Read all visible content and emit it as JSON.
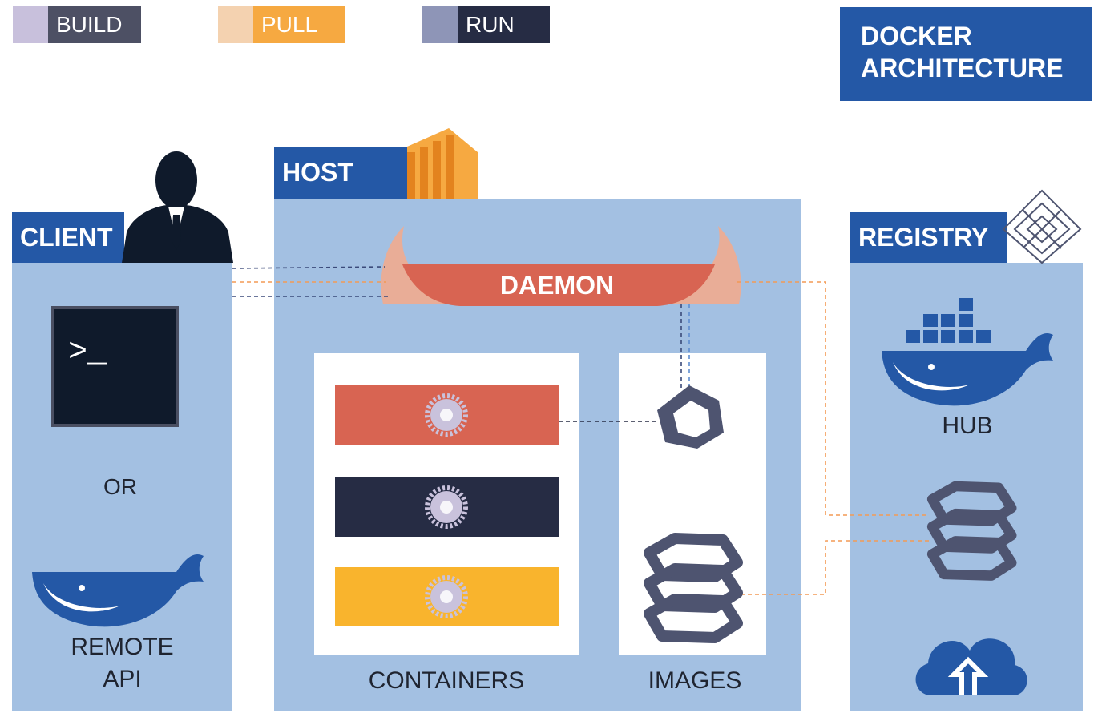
{
  "legend": [
    {
      "label": "BUILD",
      "color": "#4d5064",
      "swatch": "#c8c0dc"
    },
    {
      "label": "PULL",
      "color": "#f6a941",
      "swatch": "#f4d2b0"
    },
    {
      "label": "RUN",
      "color": "#262c44",
      "swatch": "#8e95b7"
    }
  ],
  "title": {
    "line1": "DOCKER",
    "line2": "ARCHITECTURE"
  },
  "client": {
    "heading": "CLIENT",
    "terminal_prompt": ">_",
    "or_label": "OR",
    "remote_api_line1": "REMOTE",
    "remote_api_line2": "API"
  },
  "host": {
    "heading": "HOST",
    "daemon_label": "DAEMON",
    "containers_label": "CONTAINERS",
    "images_label": "IMAGES"
  },
  "registry": {
    "heading": "REGISTRY",
    "hub_label": "HUB"
  },
  "colors": {
    "brand_blue": "#2458a6",
    "panel_blue": "#a3c0e2",
    "daemon_red": "#d86452",
    "container_navy": "#262c44",
    "container_yellow": "#f9b42d",
    "build_line": "#3b4a7a",
    "pull_line": "#f39a55"
  }
}
